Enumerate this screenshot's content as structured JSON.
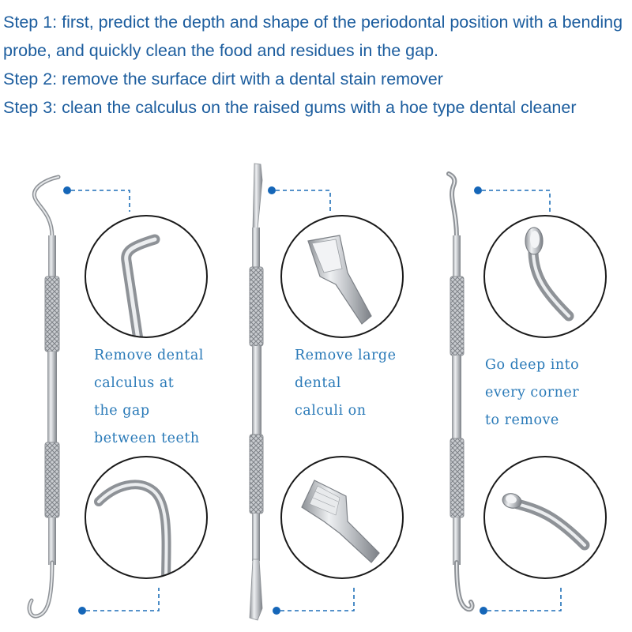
{
  "steps": [
    "Step 1: first, predict the depth and shape of the periodontal position with a bending probe, and quickly clean the food and residues in the gap.",
    "Step 2: remove the surface dirt with a dental stain remover",
    "Step 3: clean the calculus on the raised gums with a hoe type dental cleaner"
  ],
  "tools": [
    {
      "caption_lines": [
        "Remove dental",
        "calculus at",
        "the gap",
        "between teeth"
      ],
      "top_tip_icon": "sickle-probe-icon",
      "bottom_tip_icon": "hook-probe-icon"
    },
    {
      "caption_lines": [
        "Remove large",
        "dental",
        "calculi on"
      ],
      "top_tip_icon": "flat-scraper-icon",
      "bottom_tip_icon": "hoe-scaler-icon"
    },
    {
      "caption_lines": [
        "Go deep into",
        "every corner",
        "to remove"
      ],
      "top_tip_icon": "spoon-excavator-icon",
      "bottom_tip_icon": "angled-spoon-icon"
    }
  ],
  "colors": {
    "step_text": "#1c5d9e",
    "caption_text": "#2a7ab8",
    "callout_line": "#1f6fb8",
    "callout_dot": "#1566b8",
    "steel": "#b9bcc0"
  }
}
